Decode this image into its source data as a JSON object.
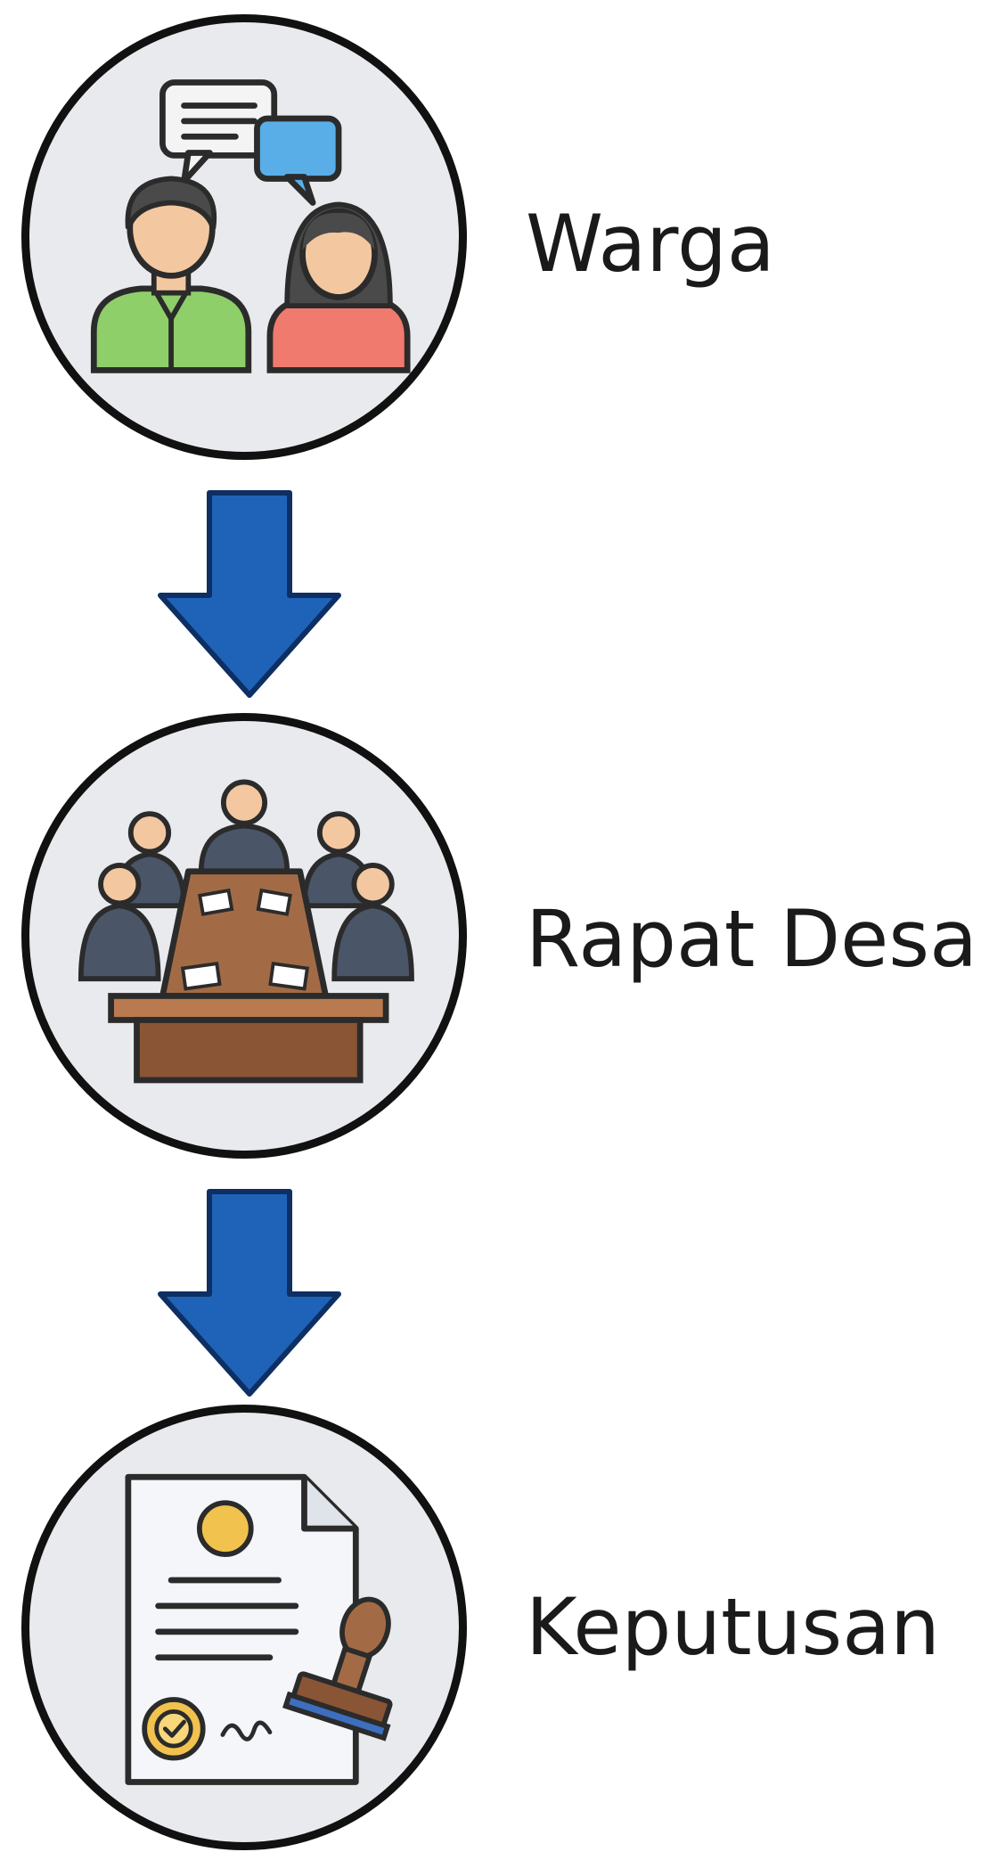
{
  "steps": [
    {
      "label": "Warga",
      "icon": "citizens-discussion-icon"
    },
    {
      "label": "Rapat Desa",
      "icon": "village-meeting-icon"
    },
    {
      "label": "Keputusan",
      "icon": "decision-document-icon"
    }
  ],
  "colors": {
    "arrow_fill": "#1f63b8",
    "arrow_stroke": "#0d2f63",
    "circle_bg": "#e8eaee",
    "circle_border": "#111111"
  }
}
